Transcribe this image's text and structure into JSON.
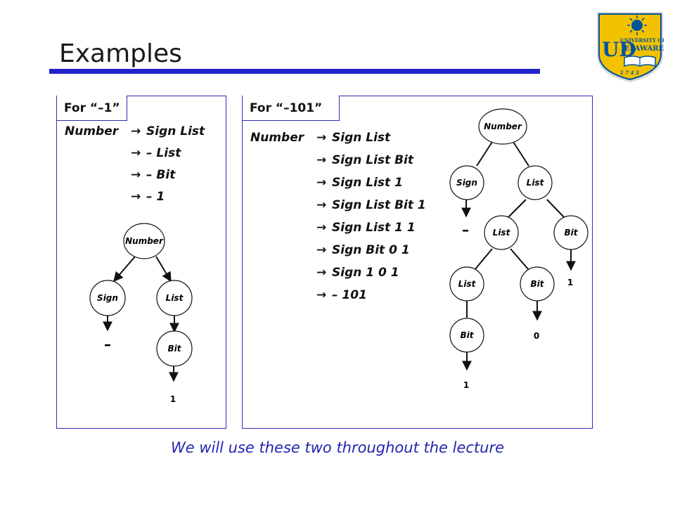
{
  "slide": {
    "title": "Examples",
    "caption": "We will use these two throughout the lecture"
  },
  "logo": {
    "line1": "UNIVERSITY OF",
    "line2": "ELAWARE",
    "monogram": "UD",
    "year": "1 7 4 3",
    "colors": {
      "gold": "#F2C200",
      "blue": "#00539F"
    }
  },
  "left_panel": {
    "tab": "For “–1”",
    "derivation": [
      {
        "lhs": "Number",
        "rhs": "Sign List"
      },
      {
        "lhs": "",
        "rhs": "– List"
      },
      {
        "lhs": "",
        "rhs": "– Bit"
      },
      {
        "lhs": "",
        "rhs": "– 1"
      }
    ],
    "tree": {
      "root": "Number",
      "sign": "Sign",
      "list": "List",
      "bit": "Bit",
      "sign_leaf": "–",
      "bit_leaf": "1"
    }
  },
  "right_panel": {
    "tab": "For “–101”",
    "derivation": [
      {
        "lhs": "Number",
        "rhs": "Sign List"
      },
      {
        "lhs": "",
        "rhs": "Sign List Bit"
      },
      {
        "lhs": "",
        "rhs": "Sign List 1"
      },
      {
        "lhs": "",
        "rhs": "Sign List Bit 1"
      },
      {
        "lhs": "",
        "rhs": "Sign List 1 1"
      },
      {
        "lhs": "",
        "rhs": "Sign Bit 0 1"
      },
      {
        "lhs": "",
        "rhs": "Sign 1 0 1"
      },
      {
        "lhs": "",
        "rhs": "– 101"
      }
    ],
    "tree": {
      "root": "Number",
      "sign": "Sign",
      "list1": "List",
      "list2": "List",
      "bit1": "Bit",
      "list3": "List",
      "bit2": "Bit",
      "bit3": "Bit",
      "sign_leaf": "–",
      "bit1_leaf": "1",
      "bit2_leaf": "0",
      "bit3_leaf": "1"
    }
  },
  "arrow_glyph": "→"
}
